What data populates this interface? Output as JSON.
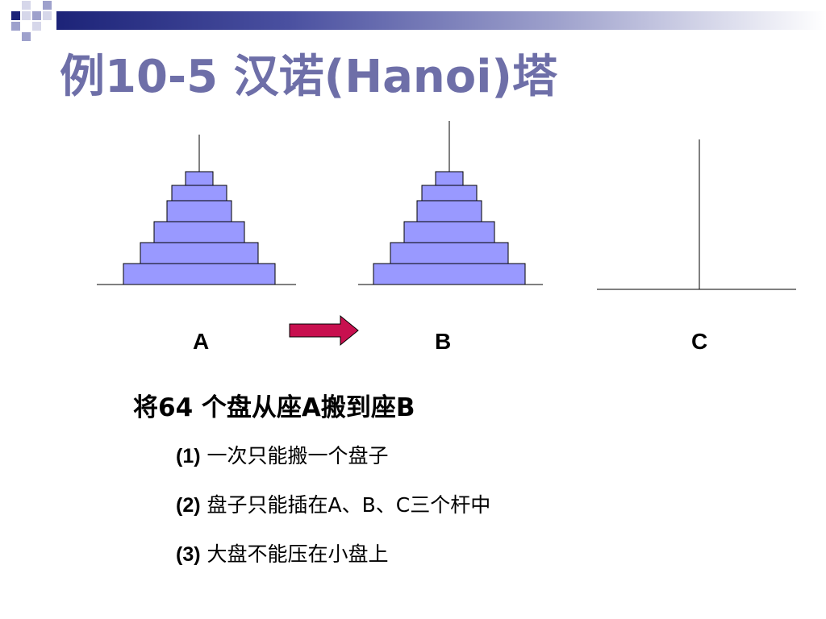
{
  "header": {
    "title": "例10-5  汉诺(Hanoi)塔",
    "bar_color": "#1c2378",
    "title_color": "#6e6fa8"
  },
  "figure": {
    "disk_color": "#9999ff",
    "disk_border": "#000000",
    "arrow_color": "#c8104f",
    "disk_count_shown": 6,
    "pegs": [
      {
        "label": "A",
        "disks": 6
      },
      {
        "label": "B",
        "disks": 6
      },
      {
        "label": "C",
        "disks": 0
      }
    ]
  },
  "content": {
    "heading": "将64 个盘从座A搬到座B",
    "rules": [
      {
        "num": "(1)",
        "text": "一次只能搬一个盘子"
      },
      {
        "num": "(2)",
        "text": "盘子只能插在A、B、C三个杆中"
      },
      {
        "num": "(3)",
        "text": "大盘不能压在小盘上"
      }
    ]
  }
}
